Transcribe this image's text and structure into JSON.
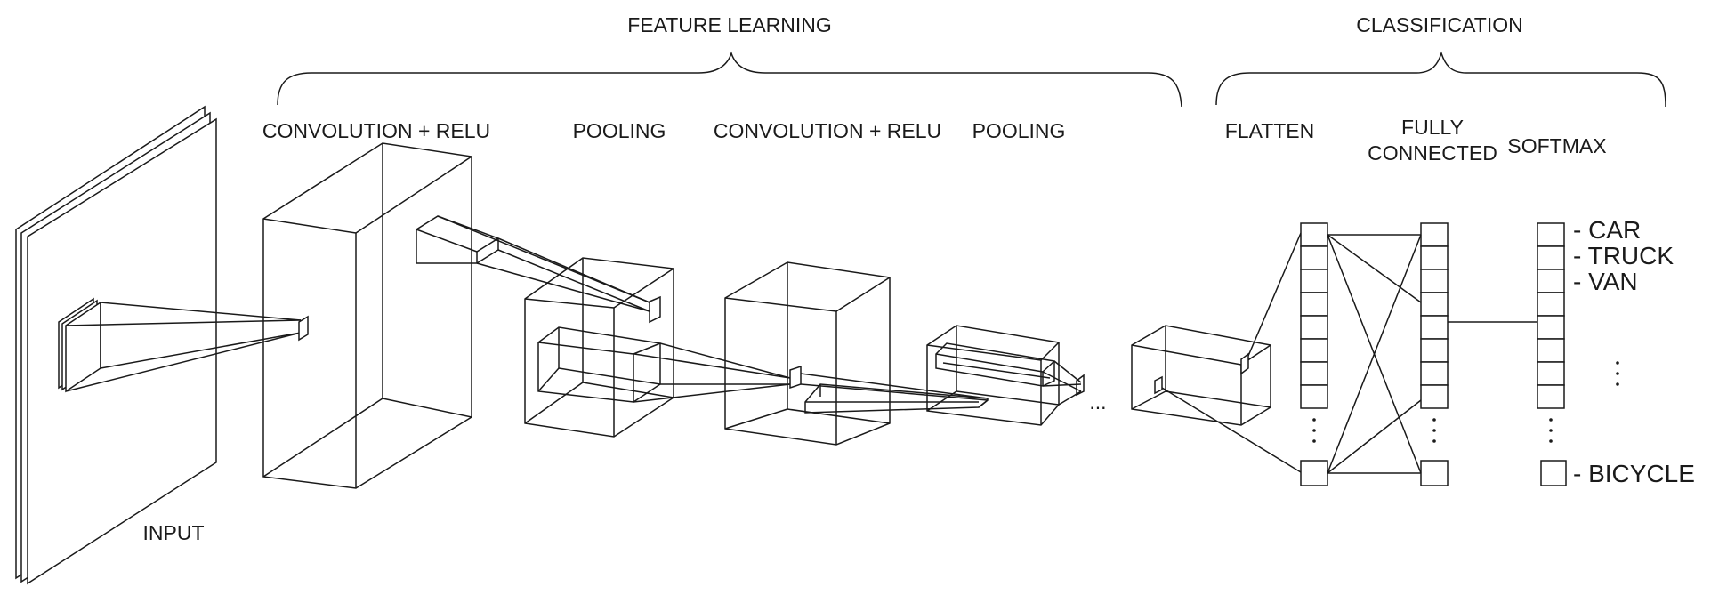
{
  "groups": {
    "feature_learning": "FEATURE LEARNING",
    "classification": "CLASSIFICATION"
  },
  "stages": {
    "conv1": "CONVOLUTION + RELU",
    "pool1": "POOLING",
    "conv2": "CONVOLUTION + RELU",
    "pool2": "POOLING",
    "flatten": "FLATTEN",
    "fc_line1": "FULLY",
    "fc_line2": "CONNECTED",
    "softmax": "SOFTMAX",
    "input": "INPUT"
  },
  "continuation": "...",
  "classes": [
    "- CAR",
    "- TRUCK",
    "- VAN",
    "- BICYCLE"
  ],
  "colors": {
    "stroke": "#1a1a1a",
    "background": "#ffffff"
  }
}
